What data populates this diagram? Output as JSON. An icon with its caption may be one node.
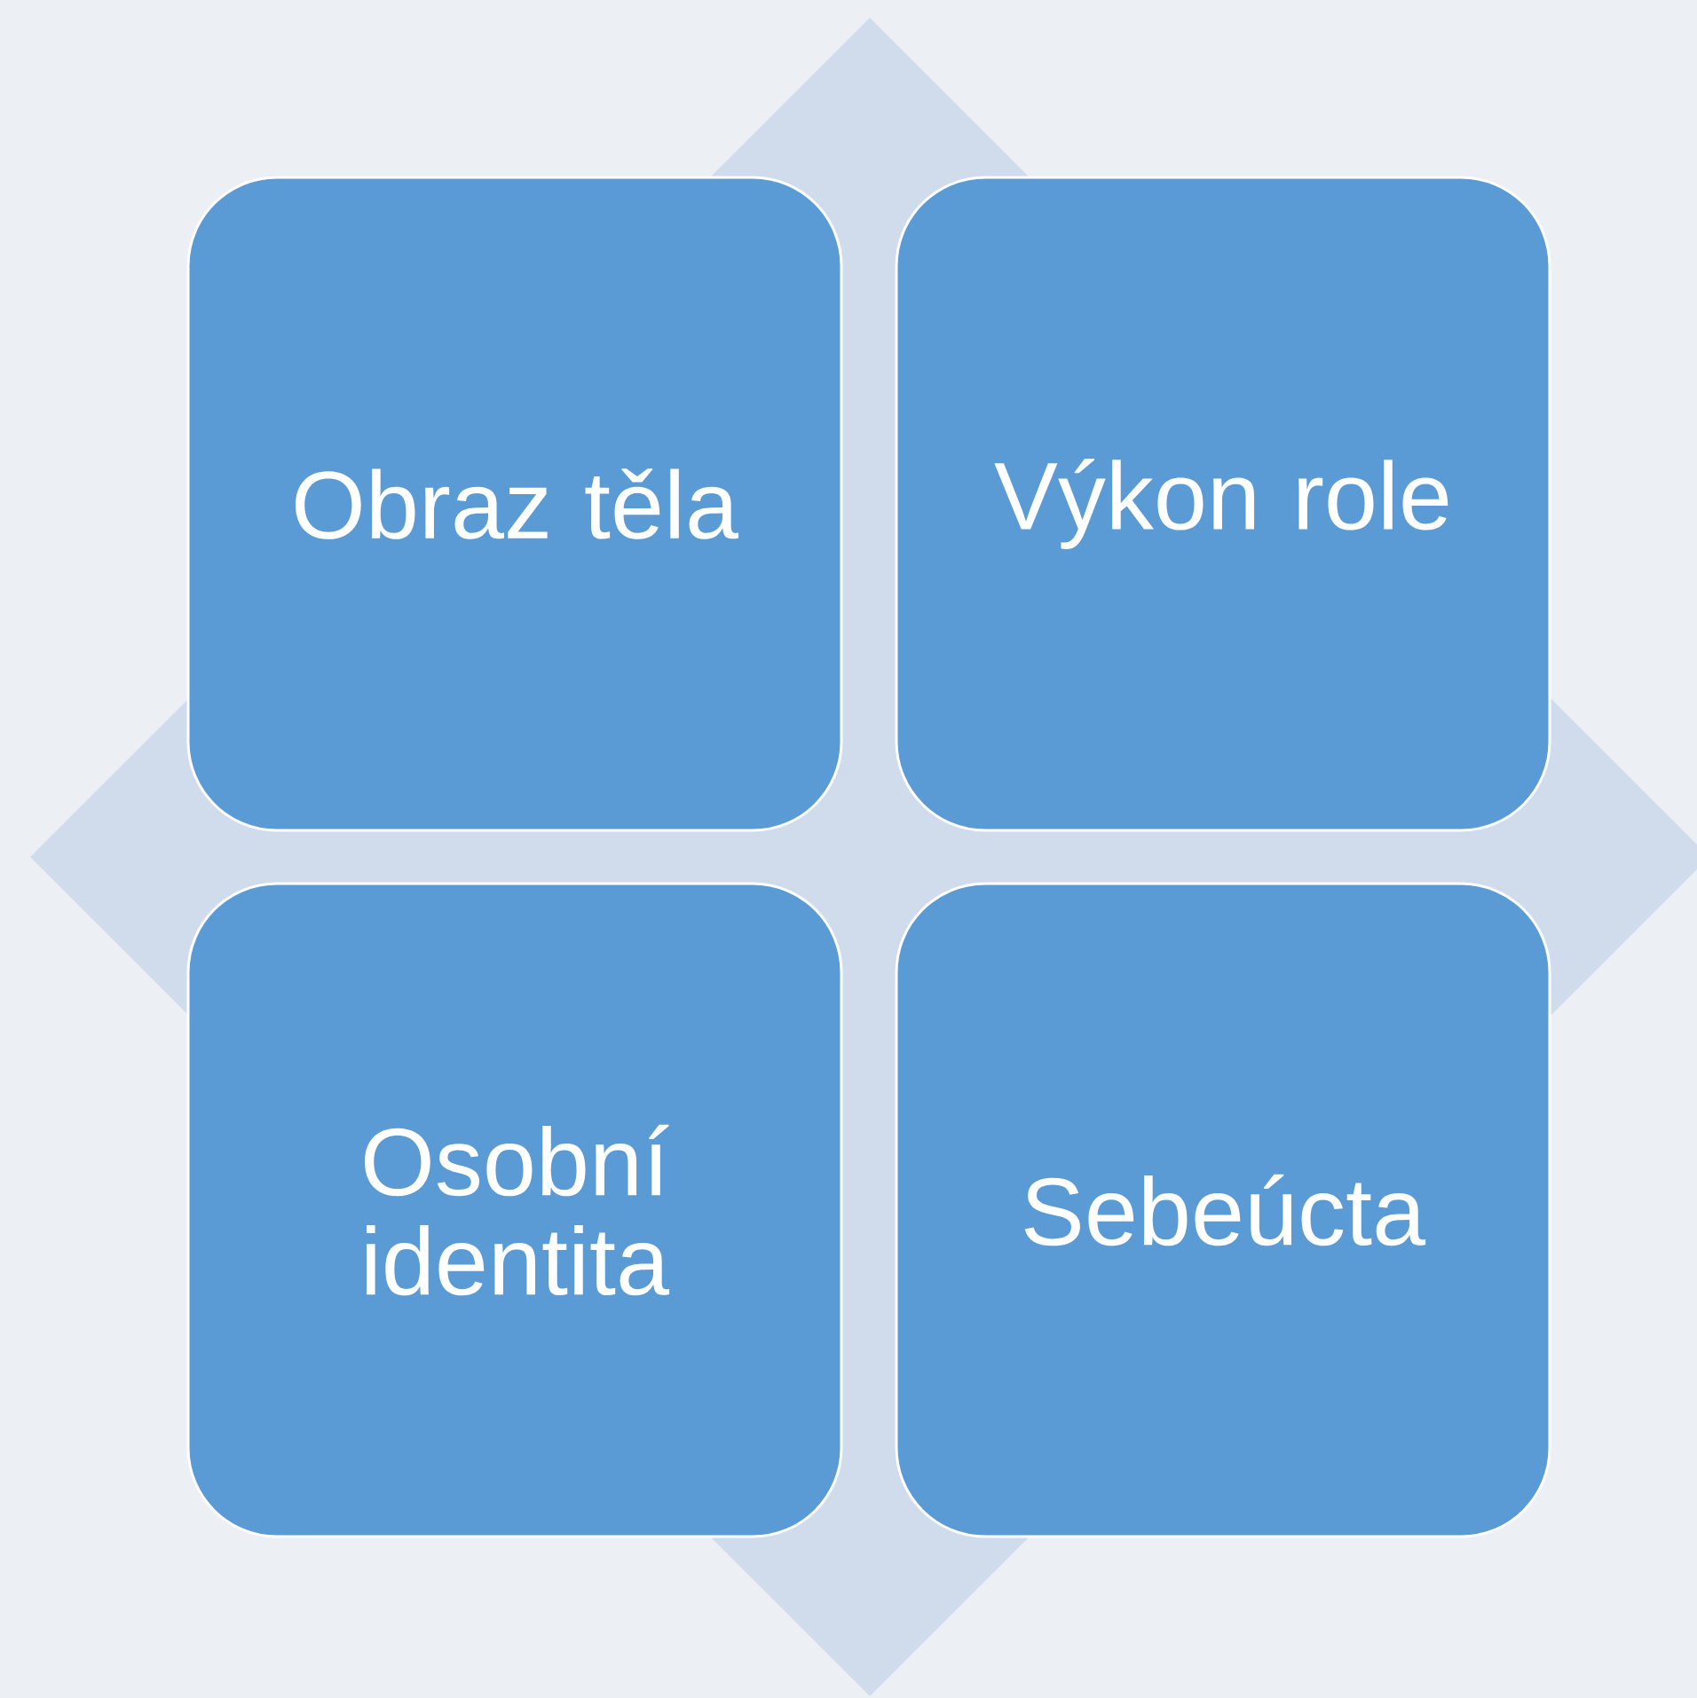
{
  "diagram": {
    "nodes": [
      {
        "text": [
          "Obraz těla"
        ]
      },
      {
        "text": [
          "Výkon role"
        ]
      },
      {
        "text": [
          "Osobní identita"
        ]
      },
      {
        "text": [
          "Sebeúcta"
        ]
      }
    ]
  }
}
